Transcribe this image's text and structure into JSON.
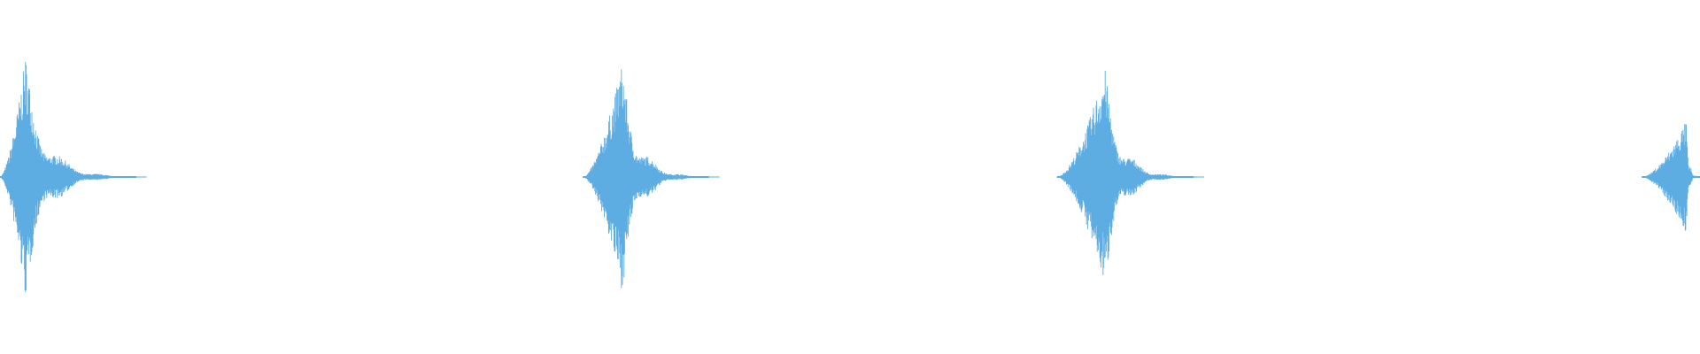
{
  "waveform": {
    "color": "#5dade2",
    "background": "#ffffff",
    "bursts": [
      {
        "start": 0.0,
        "peak": 0.015,
        "end": 0.08,
        "amplitude": 0.98
      },
      {
        "start": 0.343,
        "peak": 0.366,
        "end": 0.417,
        "amplitude": 0.93
      },
      {
        "start": 0.622,
        "peak": 0.65,
        "end": 0.702,
        "amplitude": 0.88
      },
      {
        "start": 0.966,
        "peak": 0.992,
        "end": 1.0,
        "amplitude": 0.46
      }
    ]
  }
}
